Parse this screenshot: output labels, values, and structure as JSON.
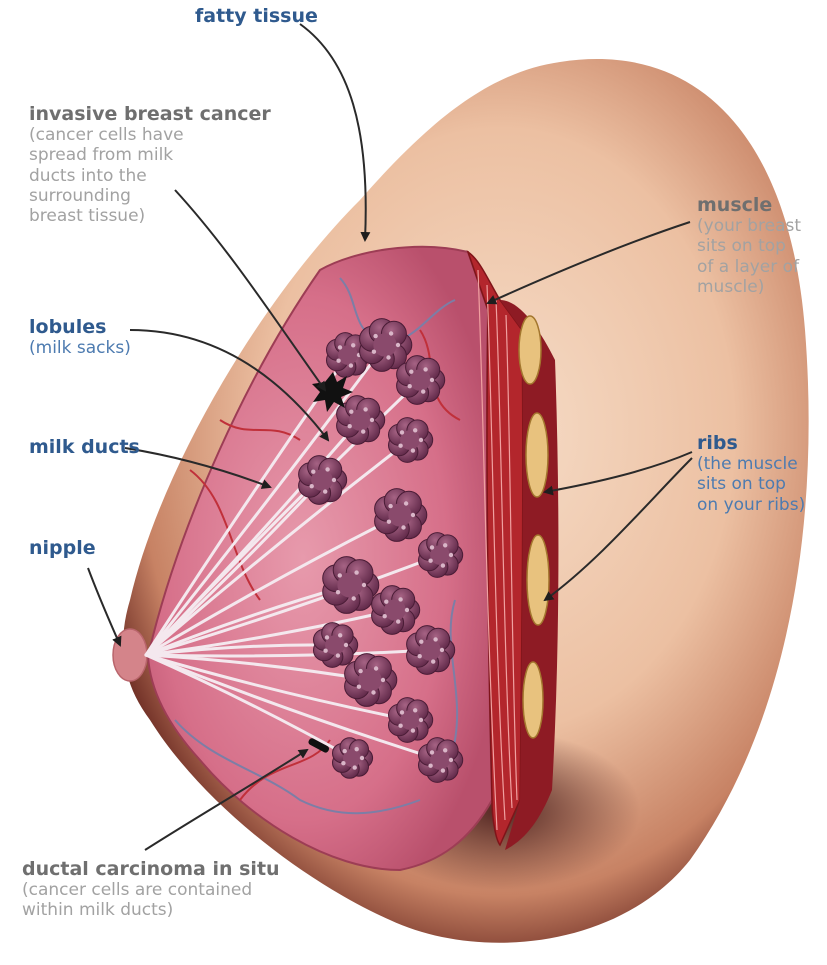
{
  "labels": {
    "fatty_tissue": {
      "title": "fatty tissue"
    },
    "invasive": {
      "title": "invasive breast cancer",
      "desc": [
        "(cancer cells have",
        "spread from milk",
        "ducts into the",
        "surrounding",
        "breast tissue)"
      ]
    },
    "lobules": {
      "title": "lobules",
      "desc": [
        "(milk sacks)"
      ]
    },
    "milk_ducts": {
      "title": "milk ducts"
    },
    "nipple": {
      "title": "nipple"
    },
    "dcis": {
      "title": "ductal carcinoma in situ",
      "desc": [
        "(cancer cells are contained",
        "within milk ducts)"
      ]
    },
    "muscle": {
      "title": "muscle",
      "desc": [
        "(your breast",
        "sits on top",
        "of a layer of",
        "muscle)"
      ]
    },
    "ribs": {
      "title": "ribs",
      "desc": [
        "(the muscle",
        "sits on top",
        "on your ribs)"
      ]
    }
  },
  "colors": {
    "skin": "#e9b89a",
    "tissue": "#d66f89",
    "lobule": "#7a3a5d",
    "muscle": "#b3262c",
    "rib": "#e8c27e",
    "label_blue": "#2f5a8e",
    "label_gray": "#6f6f6f",
    "leader": "#2a2a2a"
  }
}
